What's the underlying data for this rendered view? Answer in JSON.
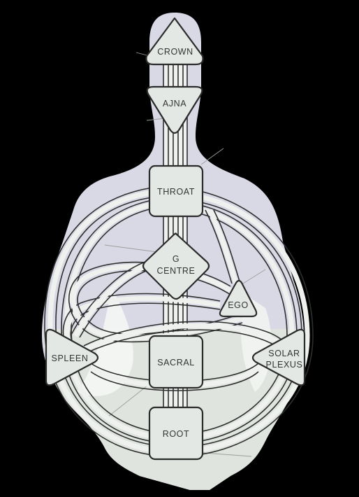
{
  "diagram": {
    "colors": {
      "background": "#000000",
      "body": "#d9d9e6",
      "lower_body": "#dfe4df",
      "centre_fill": "#e4e8e4",
      "outline": "#2b2b2b",
      "channel": "#eef1ee"
    },
    "centres": {
      "crown": "CROWN",
      "ajna": "AJNA",
      "throat": "THROAT",
      "g_centre_line1": "G",
      "g_centre_line2": "CENTRE",
      "ego": "EGO",
      "spleen": "SPLEEN",
      "sacral": "SACRAL",
      "solar_line1": "SOLAR",
      "solar_line2": "PLEXUS",
      "root": "ROOT"
    }
  }
}
